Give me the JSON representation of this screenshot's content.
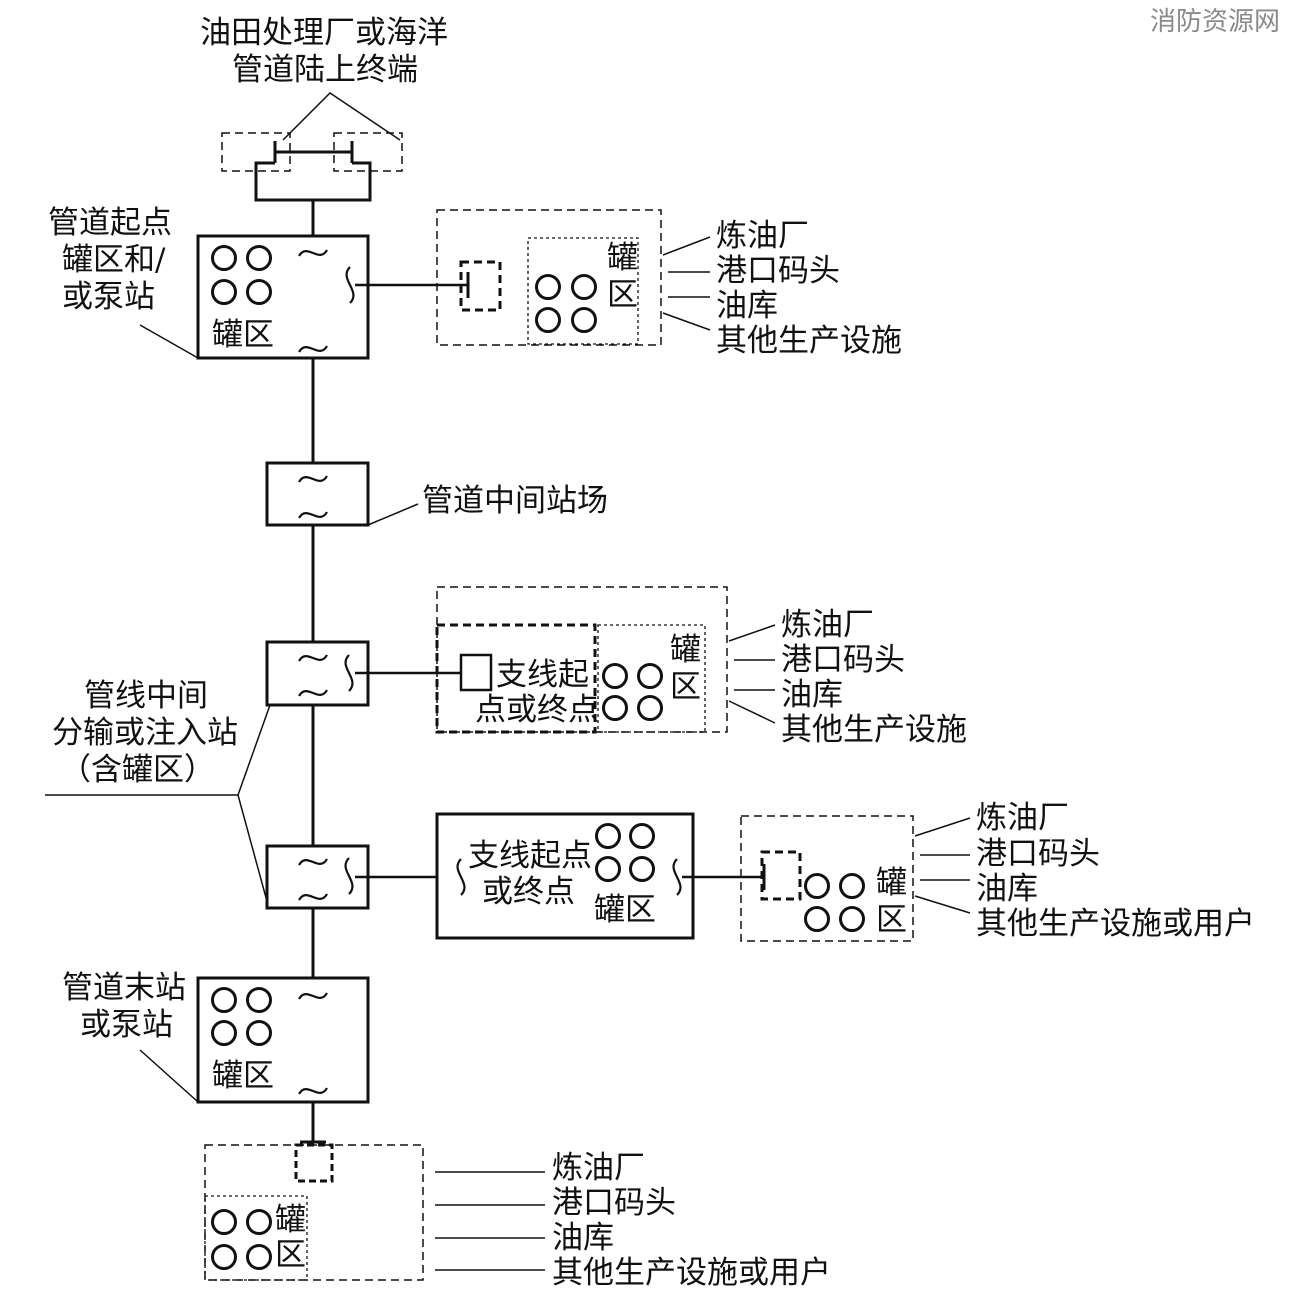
{
  "watermark": "消防资源网",
  "top_terminal": {
    "line1": "油田处理厂或海洋",
    "line2": "管道陆上终端"
  },
  "origin_station": {
    "label_lines": [
      "管道起点",
      "罐区和/",
      "或泵站"
    ],
    "tank_label": "罐区",
    "side_tank_label": [
      "罐",
      "区"
    ],
    "side_labels": [
      "炼油厂",
      "港口码头",
      "油库",
      "其他生产设施"
    ]
  },
  "intermediate_station": {
    "label": "管道中间站场"
  },
  "distribution_station": {
    "label_lines": [
      "管线中间",
      "分输或注入站",
      "（含罐区）"
    ]
  },
  "branch_1": {
    "label_lines": [
      "支线起",
      "点或终点"
    ],
    "side_tank_label": [
      "罐",
      "区"
    ],
    "side_labels": [
      "炼油厂",
      "港口码头",
      "油库",
      "其他生产设施"
    ]
  },
  "branch_2": {
    "label_lines": [
      "支线起点",
      "或终点"
    ],
    "tank_label": "罐区",
    "side_tank_label": [
      "罐",
      "区"
    ],
    "side_labels": [
      "炼油厂",
      "港口码头",
      "油库",
      "其他生产设施或用户"
    ]
  },
  "end_station": {
    "label_lines": [
      "管道末站",
      "或泵站"
    ],
    "tank_label": "罐区",
    "side_tank_label": [
      "罐",
      "区"
    ],
    "side_labels": [
      "炼油厂",
      "港口码头",
      "油库",
      "其他生产设施或用户"
    ]
  }
}
